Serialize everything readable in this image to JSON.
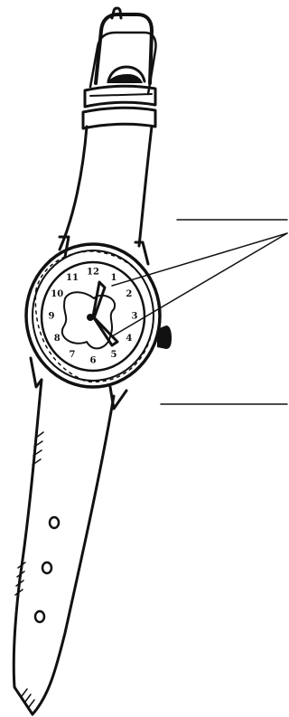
{
  "watch": {
    "dial_numerals": [
      "12",
      "1",
      "2",
      "3",
      "4",
      "5",
      "6",
      "7",
      "8",
      "9",
      "10",
      "11"
    ],
    "strap_holes": 3
  },
  "labels": {
    "upper_blank": "",
    "lower_blank": ""
  },
  "colors": {
    "ink": "#111111",
    "paper": "#ffffff"
  },
  "icons": [
    "buckle-icon",
    "crown-icon",
    "strap-hole-icon"
  ]
}
